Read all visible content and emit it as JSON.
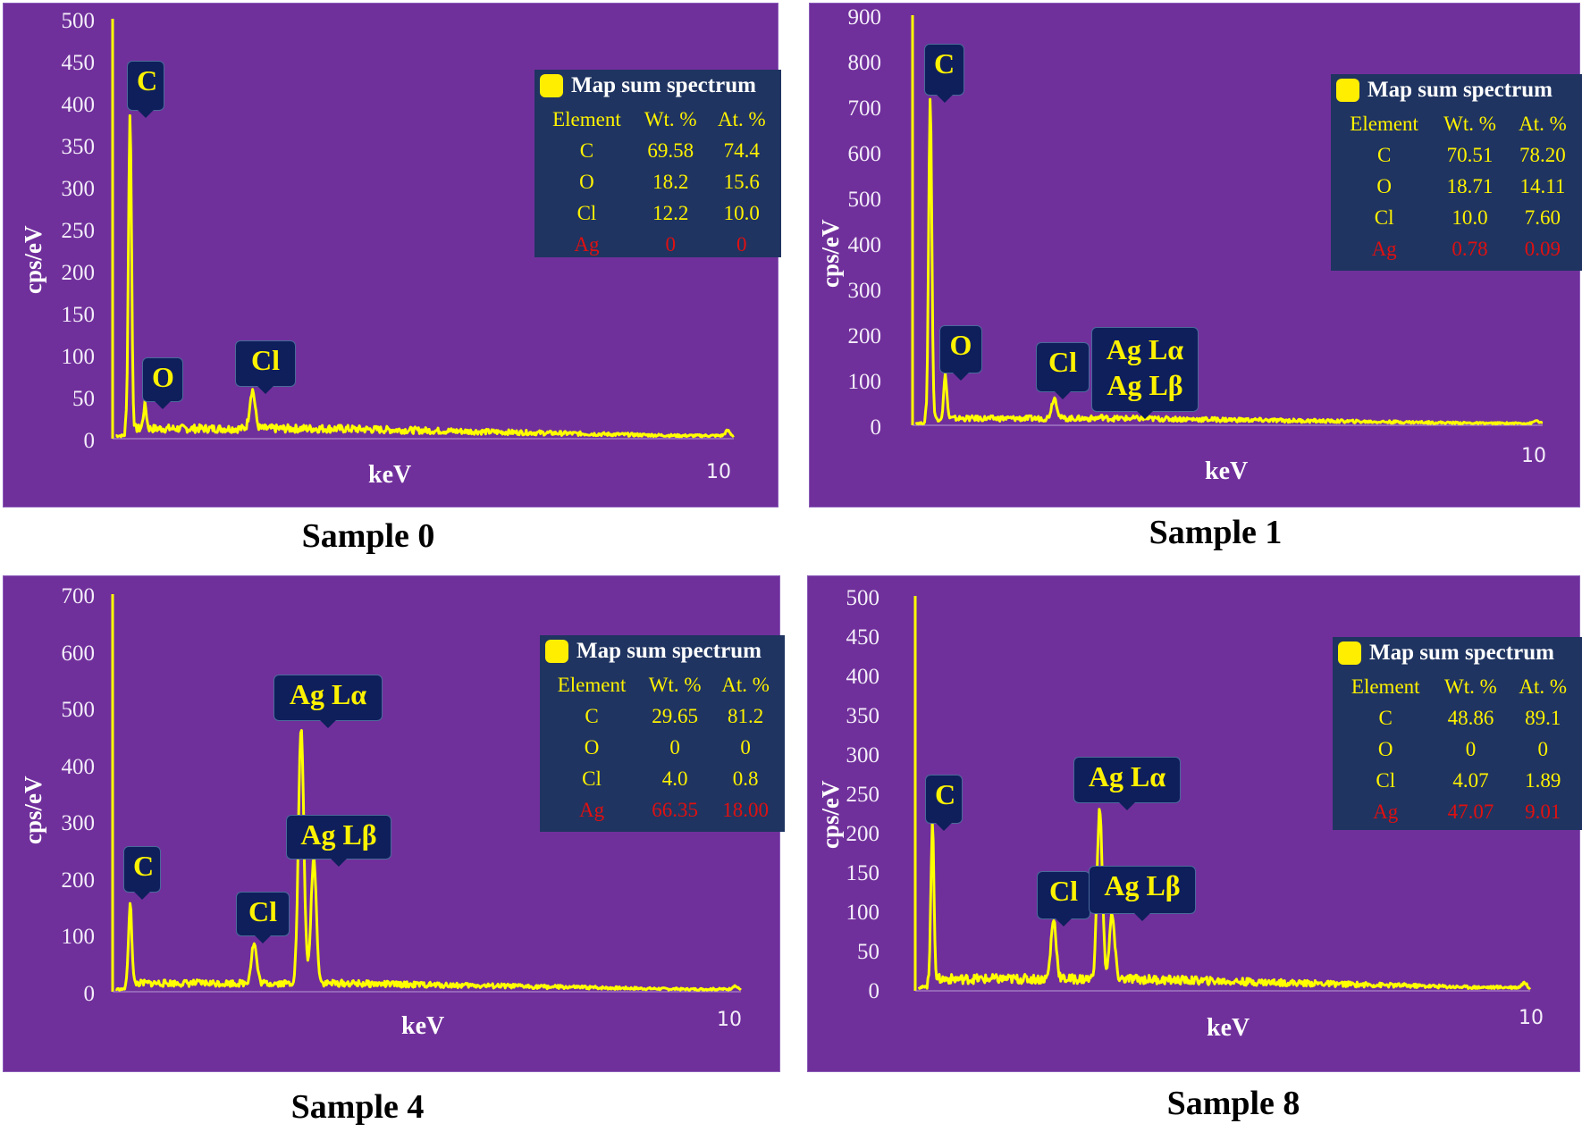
{
  "colors": {
    "panel_bg": "#70309b",
    "spectrum": "#ffff00",
    "tag_bg": "#0e1f5c",
    "legend_bg": "#1f3461",
    "legend_text": "#fff200",
    "ag_text": "#e01010"
  },
  "common": {
    "ylabel": "cps/eV",
    "xlabel": "keV",
    "xtick_end": "10",
    "legend_title": "Map sum spectrum",
    "table_headers": [
      "Element",
      "Wt. %",
      "At. %"
    ]
  },
  "panels": [
    {
      "caption": "Sample 0",
      "yticks": [
        "500",
        "450",
        "400",
        "350",
        "300",
        "250",
        "200",
        "150",
        "100",
        "50",
        "0"
      ],
      "tags": [
        "C",
        "O",
        "Cl"
      ],
      "table": [
        [
          "C",
          "69.58",
          "74.4"
        ],
        [
          "O",
          "18.2",
          "15.6"
        ],
        [
          "Cl",
          "12.2",
          "10.0"
        ],
        [
          "Ag",
          "0",
          "0"
        ]
      ]
    },
    {
      "caption": "Sample 1",
      "yticks": [
        "900",
        "800",
        "700",
        "600",
        "500",
        "400",
        "300",
        "200",
        "100",
        "0"
      ],
      "tags": [
        "C",
        "O",
        "Cl",
        "Ag Lα",
        "Ag Lβ"
      ],
      "table": [
        [
          "C",
          "70.51",
          "78.20"
        ],
        [
          "O",
          "18.71",
          "14.11"
        ],
        [
          "Cl",
          "10.0",
          "7.60"
        ],
        [
          "Ag",
          "0.78",
          "0.09"
        ]
      ]
    },
    {
      "caption": "Sample 4",
      "yticks": [
        "700",
        "600",
        "500",
        "400",
        "300",
        "200",
        "100",
        "0"
      ],
      "tags": [
        "C",
        "Cl",
        "Ag Lα",
        "Ag Lβ"
      ],
      "table": [
        [
          "C",
          "29.65",
          "81.2"
        ],
        [
          "O",
          "0",
          "0"
        ],
        [
          "Cl",
          "4.0",
          "0.8"
        ],
        [
          "Ag",
          "66.35",
          "18.00"
        ]
      ]
    },
    {
      "caption": "Sample 8",
      "yticks": [
        "500",
        "450",
        "400",
        "350",
        "300",
        "250",
        "200",
        "150",
        "100",
        "50",
        "0"
      ],
      "tags": [
        "C",
        "Cl",
        "Ag Lα",
        "Ag Lβ"
      ],
      "table": [
        [
          "C",
          "48.86",
          "89.1"
        ],
        [
          "O",
          "0",
          "0"
        ],
        [
          "Cl",
          "4.07",
          "1.89"
        ],
        [
          "Ag",
          "47.07",
          "9.01"
        ]
      ]
    }
  ],
  "chart_data": [
    {
      "type": "line",
      "title": "Sample 0",
      "xlabel": "keV",
      "ylabel": "cps/eV",
      "xlim": [
        0,
        10
      ],
      "ylim": [
        0,
        500
      ],
      "baseline": 12,
      "peaks": [
        {
          "label": "C",
          "x": 0.28,
          "y": 385
        },
        {
          "label": "O",
          "x": 0.52,
          "y": 40
        },
        {
          "label": "Cl",
          "x": 2.25,
          "y": 58
        }
      ],
      "legend": "Map sum spectrum",
      "composition": {
        "C": {
          "wt": 69.58,
          "at": 74.4
        },
        "O": {
          "wt": 18.2,
          "at": 15.6
        },
        "Cl": {
          "wt": 12.2,
          "at": 10.0
        },
        "Ag": {
          "wt": 0,
          "at": 0
        }
      }
    },
    {
      "type": "line",
      "title": "Sample 1",
      "xlabel": "keV",
      "ylabel": "cps/eV",
      "xlim": [
        0,
        10
      ],
      "ylim": [
        0,
        900
      ],
      "baseline": 15,
      "peaks": [
        {
          "label": "C",
          "x": 0.28,
          "y": 720
        },
        {
          "label": "O",
          "x": 0.52,
          "y": 110
        },
        {
          "label": "Cl",
          "x": 2.25,
          "y": 60
        },
        {
          "label": "Ag Lα / Ag Lβ",
          "x": 3.0,
          "y": 18
        }
      ],
      "legend": "Map sum spectrum",
      "composition": {
        "C": {
          "wt": 70.51,
          "at": 78.2
        },
        "O": {
          "wt": 18.71,
          "at": 14.11
        },
        "Cl": {
          "wt": 10.0,
          "at": 7.6
        },
        "Ag": {
          "wt": 0.78,
          "at": 0.09
        }
      }
    },
    {
      "type": "line",
      "title": "Sample 4",
      "xlabel": "keV",
      "ylabel": "cps/eV",
      "xlim": [
        0,
        10
      ],
      "ylim": [
        0,
        700
      ],
      "baseline": 15,
      "peaks": [
        {
          "label": "C",
          "x": 0.28,
          "y": 160
        },
        {
          "label": "Cl",
          "x": 2.25,
          "y": 85
        },
        {
          "label": "Ag Lα",
          "x": 3.0,
          "y": 465
        },
        {
          "label": "Ag Lβ",
          "x": 3.2,
          "y": 235
        }
      ],
      "legend": "Map sum spectrum",
      "composition": {
        "C": {
          "wt": 29.65,
          "at": 81.2
        },
        "O": {
          "wt": 0,
          "at": 0
        },
        "Cl": {
          "wt": 4.0,
          "at": 0.8
        },
        "Ag": {
          "wt": 66.35,
          "at": 18.0
        }
      }
    },
    {
      "type": "line",
      "title": "Sample 8",
      "xlabel": "keV",
      "ylabel": "cps/eV",
      "xlim": [
        0,
        10
      ],
      "ylim": [
        0,
        500
      ],
      "baseline": 15,
      "peaks": [
        {
          "label": "C",
          "x": 0.28,
          "y": 210
        },
        {
          "label": "Cl",
          "x": 2.25,
          "y": 90
        },
        {
          "label": "Ag Lα",
          "x": 3.0,
          "y": 230
        },
        {
          "label": "Ag Lβ",
          "x": 3.2,
          "y": 95
        }
      ],
      "legend": "Map sum spectrum",
      "composition": {
        "C": {
          "wt": 48.86,
          "at": 89.1
        },
        "O": {
          "wt": 0,
          "at": 0
        },
        "Cl": {
          "wt": 4.07,
          "at": 1.89
        },
        "Ag": {
          "wt": 47.07,
          "at": 9.01
        }
      }
    }
  ]
}
